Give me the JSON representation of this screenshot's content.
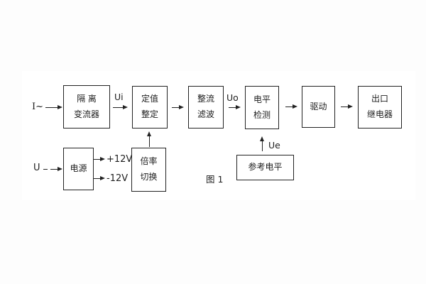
{
  "figure_caption": "图 1",
  "blocks": {
    "isolation_transformer": {
      "line1": "隔 离",
      "line2": "变流器"
    },
    "setting_adjust": {
      "line1": "定值",
      "line2": "整定"
    },
    "rectify_filter": {
      "line1": "整流",
      "line2": "滤波"
    },
    "level_detect": {
      "line1": "电平",
      "line2": "检测"
    },
    "drive": {
      "line1": "驱动"
    },
    "output_relay": {
      "line1": "出口",
      "line2": "继电器"
    },
    "power_supply": {
      "line1": "电源"
    },
    "ratio_switch": {
      "line1": "倍率",
      "line2": "切换"
    },
    "reference_level": {
      "line1": "参考电平"
    }
  },
  "labels": {
    "input_current": "I~",
    "input_voltage": "U",
    "ui": "Ui",
    "uo": "Uo",
    "ue": "Ue",
    "plus_12v": "+12V",
    "minus_12v": "-12V"
  },
  "colors": {
    "line": "#222222",
    "text": "#1e1e1e",
    "page": "#fdfdfd",
    "paper": "#ffffff"
  }
}
